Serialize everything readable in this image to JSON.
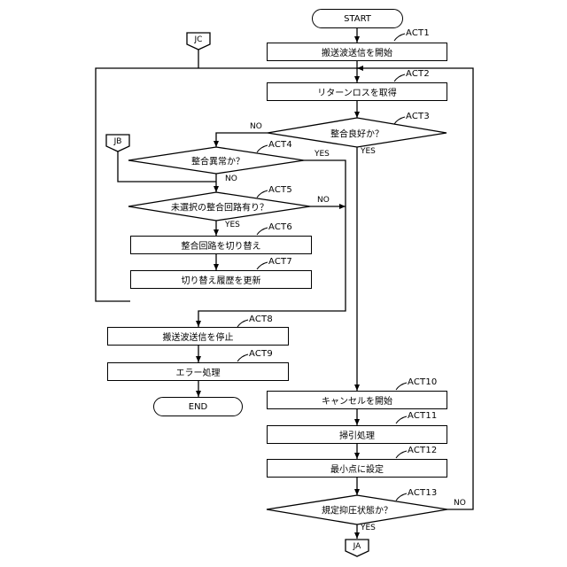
{
  "terminals": {
    "start": "START",
    "end": "END"
  },
  "connectors": {
    "jc": "JC",
    "jb": "JB",
    "ja": "JA"
  },
  "steps": {
    "act1": {
      "id": "ACT1",
      "text": "搬送波送信を開始"
    },
    "act2": {
      "id": "ACT2",
      "text": "リターンロスを取得"
    },
    "act3": {
      "id": "ACT3",
      "text": "整合良好か？"
    },
    "act4": {
      "id": "ACT4",
      "text": "整合異常か？"
    },
    "act5": {
      "id": "ACT5",
      "text": "未選択の整合回路有り？"
    },
    "act6": {
      "id": "ACT6",
      "text": "整合回路を切り替え"
    },
    "act7": {
      "id": "ACT7",
      "text": "切り替え履歴を更新"
    },
    "act8": {
      "id": "ACT8",
      "text": "搬送波送信を停止"
    },
    "act9": {
      "id": "ACT9",
      "text": "エラー処理"
    },
    "act10": {
      "id": "ACT10",
      "text": "キャンセルを開始"
    },
    "act11": {
      "id": "ACT11",
      "text": "掃引処理"
    },
    "act12": {
      "id": "ACT12",
      "text": "最小点に設定"
    },
    "act13": {
      "id": "ACT13",
      "text": "規定抑圧状態か？"
    }
  },
  "branches": {
    "act3_no": "NO",
    "act3_yes": "YES",
    "act4_yes": "YES",
    "act4_no": "NO",
    "act5_no": "NO",
    "act5_yes": "YES",
    "act13_no": "NO",
    "act13_yes": "YES"
  }
}
